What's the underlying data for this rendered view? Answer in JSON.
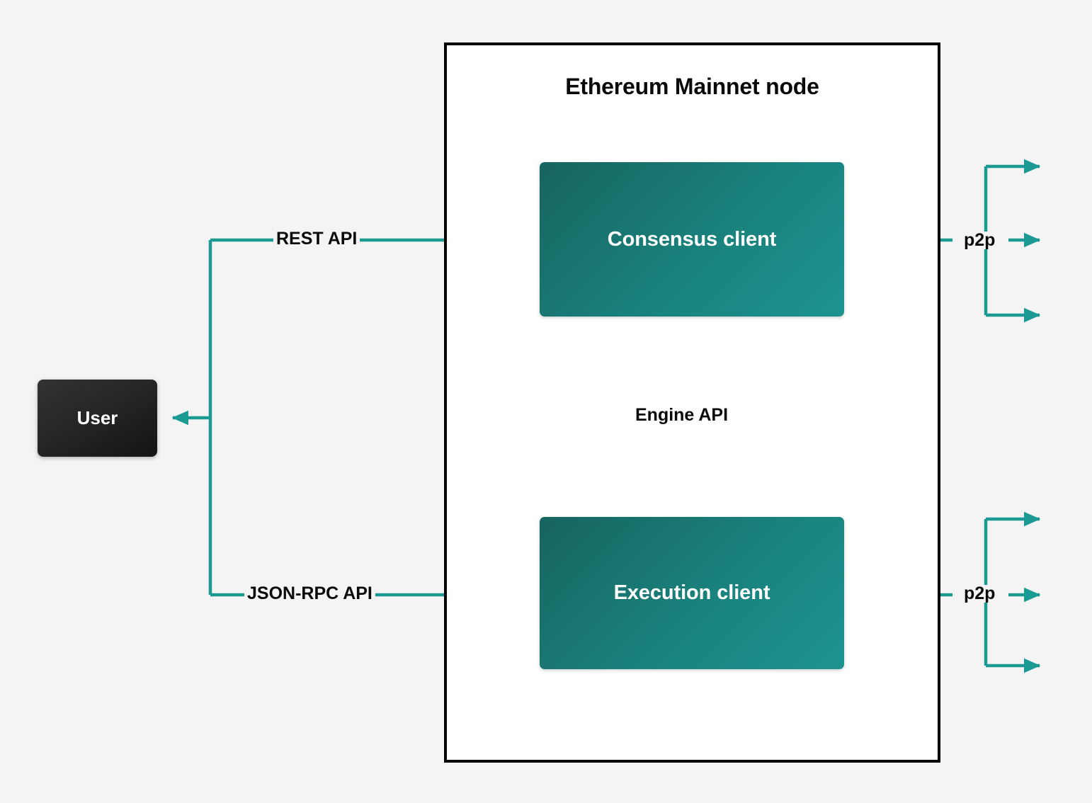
{
  "diagram": {
    "background_color": "#f4f4f4",
    "accent_color": "#1a9a93",
    "frame": {
      "title": "Ethereum Mainnet node",
      "border_color": "#000000",
      "fill_color": "#ffffff"
    },
    "nodes": [
      {
        "id": "user",
        "label": "User",
        "fill_from": "#333333",
        "fill_to": "#141414",
        "text_color": "#ffffff"
      },
      {
        "id": "consensus-client",
        "label": "Consensus client",
        "fill_from": "#17645f",
        "fill_to": "#1c938f",
        "text_color": "#ffffff"
      },
      {
        "id": "execution-client",
        "label": "Execution client",
        "fill_from": "#17645f",
        "fill_to": "#1c938f",
        "text_color": "#ffffff"
      }
    ],
    "edge_labels": {
      "rest_api": "REST API",
      "json_rpc_api": "JSON-RPC API",
      "engine_api": "Engine API",
      "p2p_top": "p2p",
      "p2p_bottom": "p2p"
    }
  }
}
